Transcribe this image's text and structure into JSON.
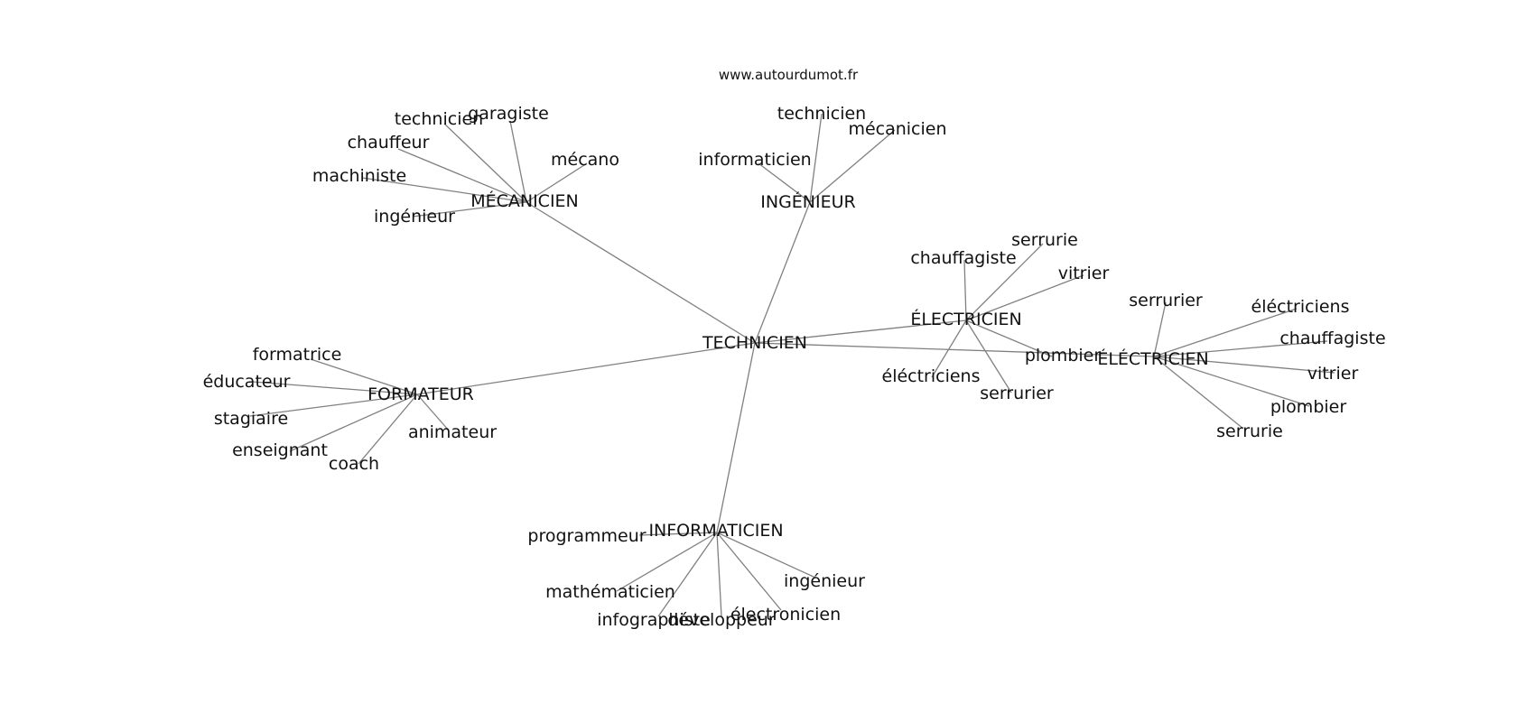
{
  "source_label": "www.autourdumot.fr",
  "colors": {
    "edge": "#808080",
    "text": "#111111",
    "background": "#ffffff"
  },
  "graph": {
    "root": "TECHNICIEN",
    "hubs": [
      {
        "id": "mecanicien",
        "label": "MÉCANICIEN",
        "leaves": [
          "technicien",
          "garagiste",
          "chauffeur",
          "mécano",
          "machiniste",
          "ingénieur"
        ]
      },
      {
        "id": "ingenieur",
        "label": "INGÉNIEUR",
        "leaves": [
          "technicien",
          "mécanicien",
          "informaticien"
        ]
      },
      {
        "id": "electricien",
        "label": "ÉLECTRICIEN",
        "leaves": [
          "serrurie",
          "chauffagiste",
          "vitrier",
          "plombier",
          "éléctriciens",
          "serrurier"
        ]
      },
      {
        "id": "electricien2",
        "label": "ÉLÉCTRICIEN",
        "leaves": [
          "serrurier",
          "éléctriciens",
          "chauffagiste",
          "vitrier",
          "plombier",
          "serrurie"
        ]
      },
      {
        "id": "formateur",
        "label": "FORMATEUR",
        "leaves": [
          "formatrice",
          "éducateur",
          "stagiaire",
          "enseignant",
          "coach",
          "animateur"
        ]
      },
      {
        "id": "informaticien",
        "label": "INFORMATICIEN",
        "leaves": [
          "programmeur",
          "mathématicien",
          "infographiste",
          "développeur",
          "électronicien",
          "ingénieur"
        ]
      }
    ]
  }
}
